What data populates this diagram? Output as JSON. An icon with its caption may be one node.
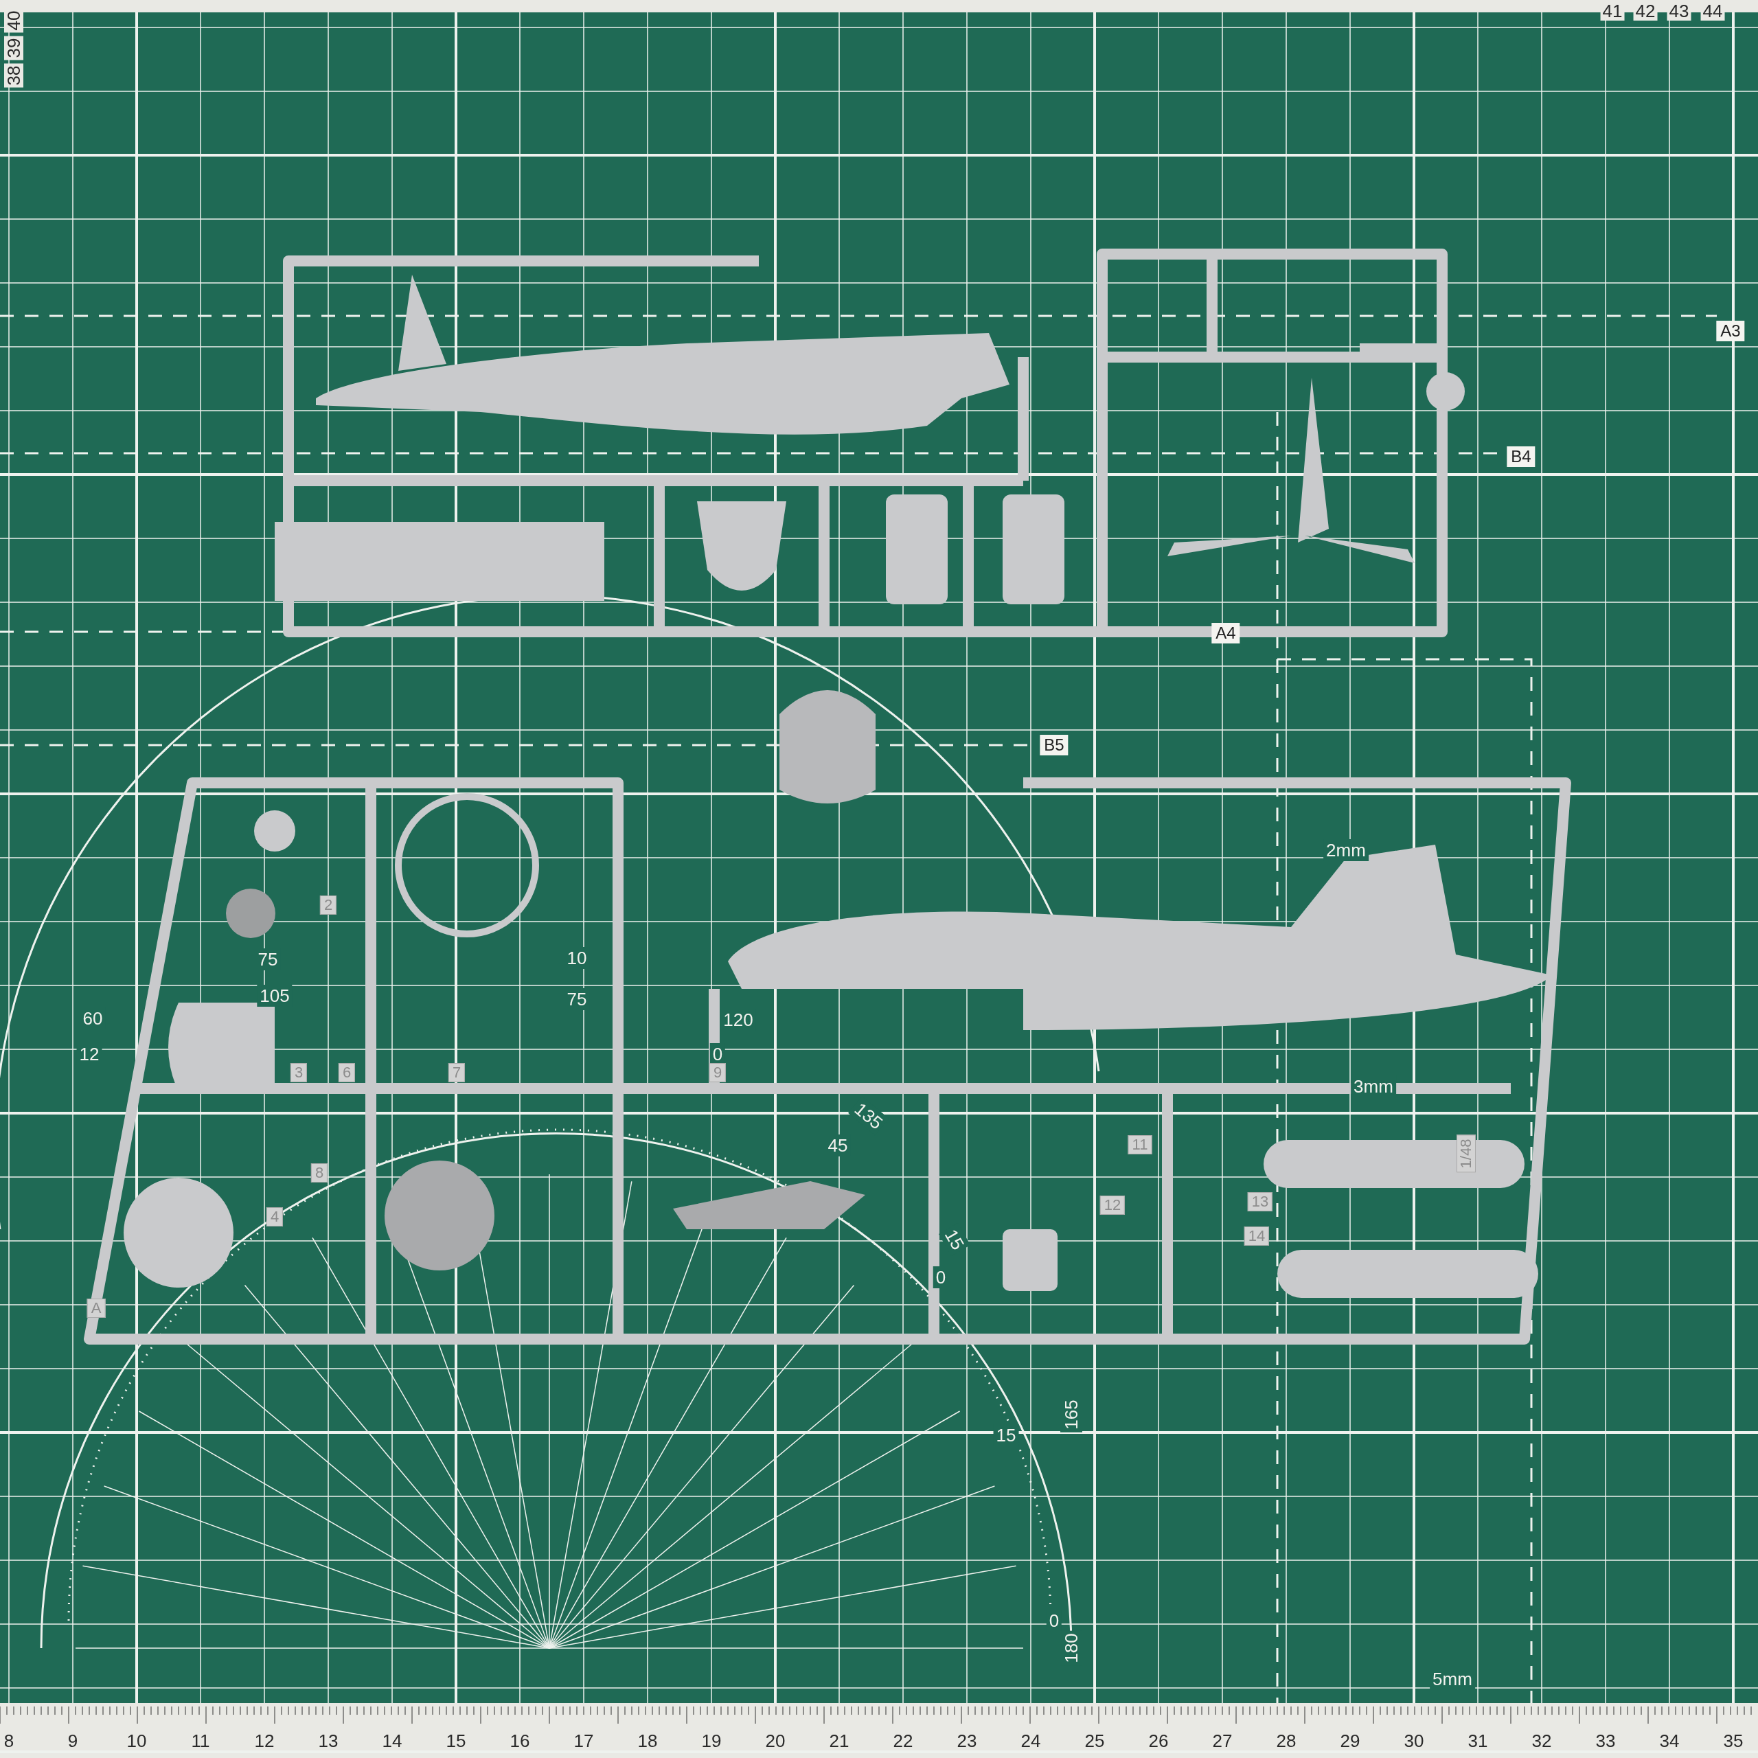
{
  "diagram": {
    "labels": [
      "40",
      "39",
      "38",
      "41",
      "42",
      "43",
      "44",
      "A3",
      "B4",
      "A4",
      "B5",
      "2mm",
      "2",
      "75",
      "105",
      "10",
      "60",
      "12",
      "75",
      "120",
      "0",
      "3",
      "6",
      "7",
      "9",
      "3mm",
      "135",
      "45",
      "1/48",
      "11",
      "8",
      "4",
      "15",
      "0",
      "13",
      "14",
      "12",
      "A",
      "165",
      "15",
      "0",
      "180",
      "5mm",
      "8",
      "9",
      "10",
      "11",
      "12",
      "13",
      "14",
      "15",
      "16",
      "17",
      "18",
      "19",
      "20",
      "21",
      "22",
      "23",
      "24",
      "25",
      "26",
      "27",
      "28",
      "29",
      "30",
      "31",
      "32",
      "33",
      "34",
      "35"
    ]
  }
}
